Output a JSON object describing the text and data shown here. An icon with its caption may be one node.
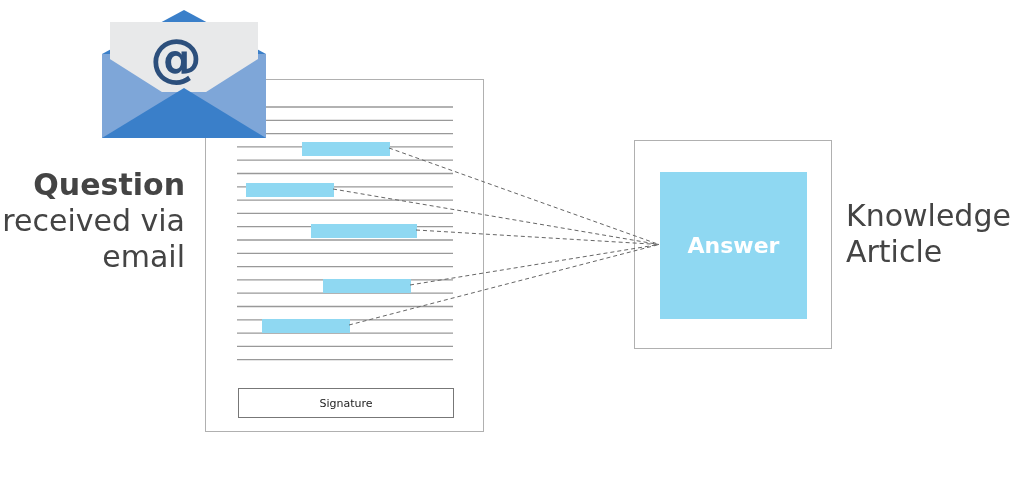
{
  "diagram": {
    "nodes": [
      {
        "text": [],
        "shape": "box",
        "beside": [
          "**Question** received via email"
        ]
      },
      {
        "text": [],
        "shape": "bar",
        "in": 0
      },
      {
        "text": [],
        "shape": "bar",
        "in": 0
      },
      {
        "text": [],
        "shape": "bar",
        "in": 0
      },
      {
        "text": [],
        "shape": "bar",
        "in": 0
      },
      {
        "text": [],
        "shape": "bar",
        "in": 0
      },
      {
        "text": [
          "Signature"
        ],
        "in": 0
      },
      {
        "text": [],
        "shape": "box",
        "beside": [
          "Knowledge Article"
        ]
      },
      {
        "text": [
          "Answer"
        ],
        "in": 7
      }
    ],
    "edges": [
      {
        "from": 1,
        "to": 8,
        "arrow": "none",
        "style": "dashed"
      },
      {
        "from": 2,
        "to": 8,
        "arrow": "none",
        "style": "dashed"
      },
      {
        "from": 3,
        "to": 8,
        "arrow": "none",
        "style": "dashed"
      },
      {
        "from": 4,
        "to": 8,
        "arrow": "none",
        "style": "dashed"
      },
      {
        "from": 5,
        "to": 8,
        "arrow": "none",
        "style": "dashed"
      }
    ],
    "labels": [
      "@"
    ]
  }
}
